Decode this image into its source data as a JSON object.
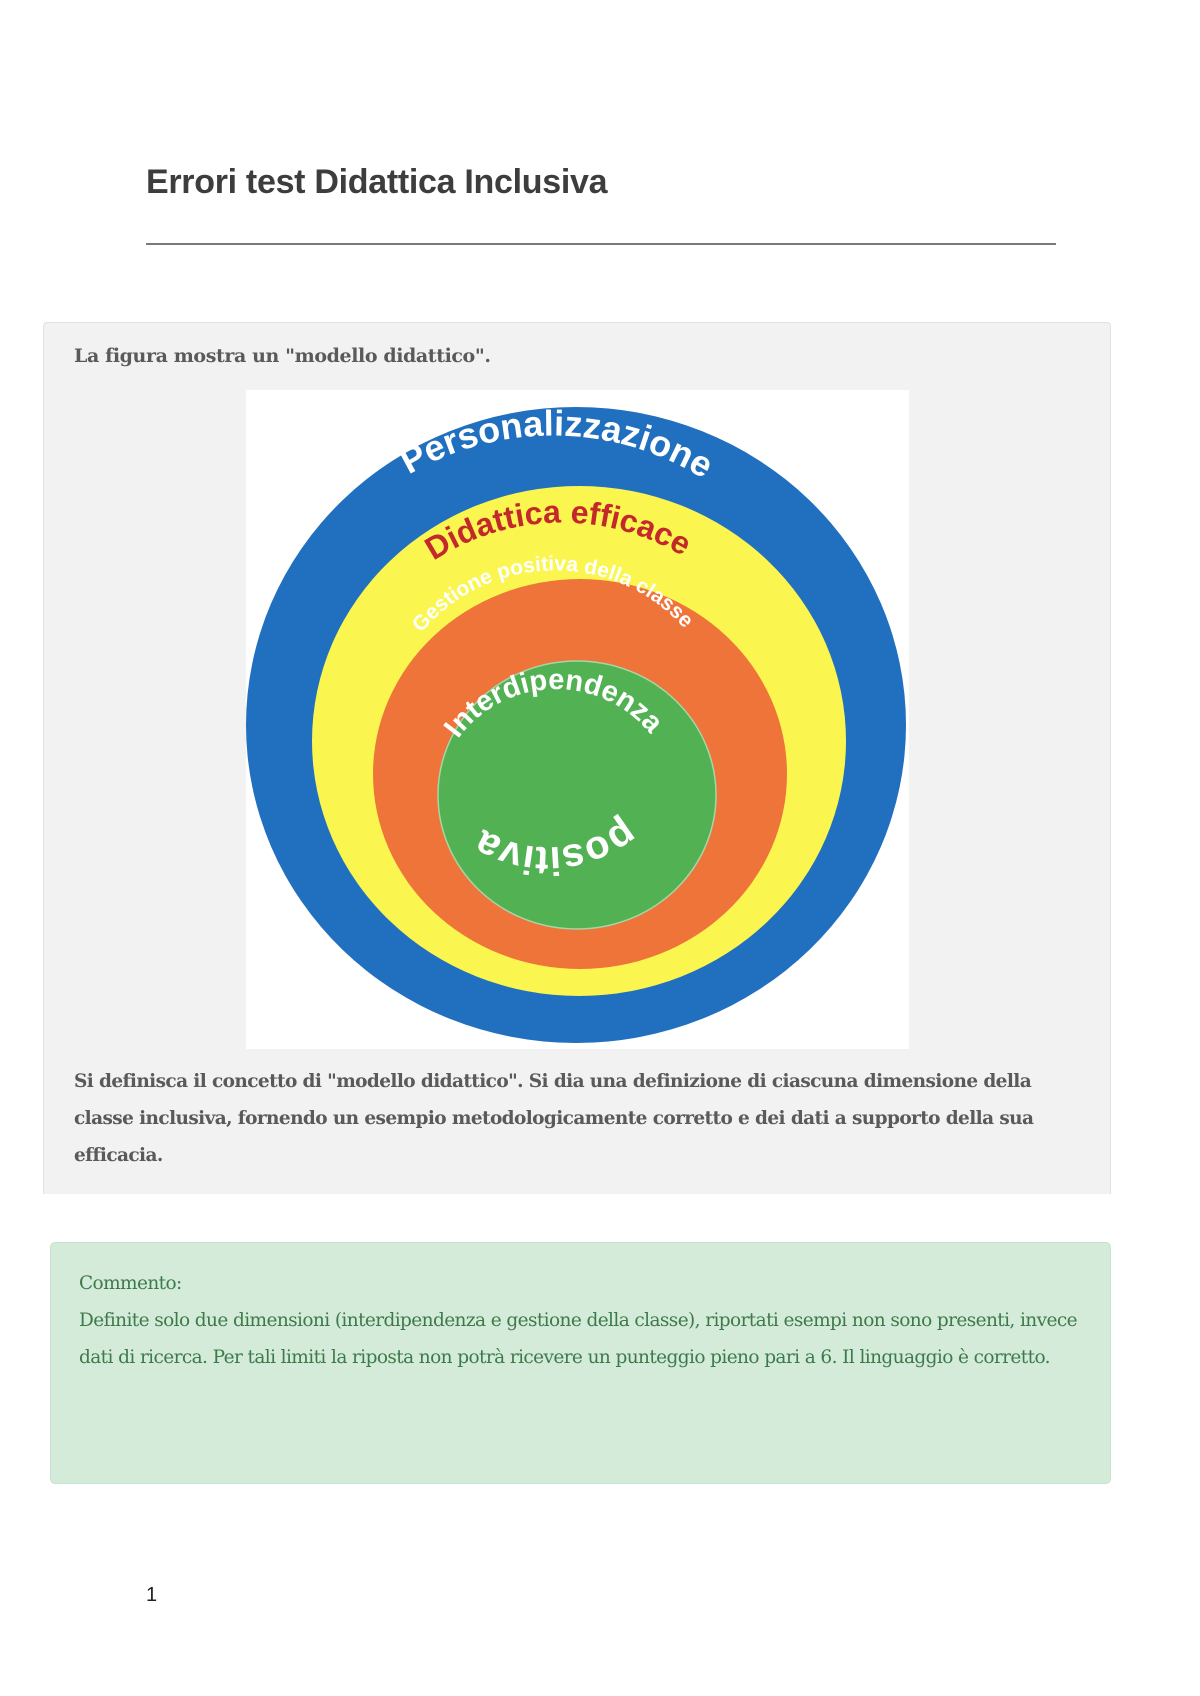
{
  "document": {
    "title": "Errori test Didattica Inclusiva",
    "page_number": "1"
  },
  "question": {
    "intro": "La figura mostra un \"modello didattico\".",
    "prompt": "Si definisca il concetto di \"modello didattico\". Si dia una definizione di ciascuna dimensione della classe inclusiva, fornendo un esempio metodologicamente corretto e dei dati a supporto della sua efficacia."
  },
  "figure": {
    "rings": [
      {
        "label": "Personalizzazione",
        "color": "#2170bf",
        "text_color": "#ffffff"
      },
      {
        "label": "Didattica efficace",
        "color": "#fbf550",
        "text_color": "#c3282a"
      },
      {
        "label": "Gestione positiva della classe",
        "color": "#ee743a",
        "text_color": "#ffffff"
      },
      {
        "label": "Interdipendenza",
        "label_bottom": "positiva",
        "color": "#52b152",
        "text_color": "#ffffff"
      }
    ]
  },
  "comment": {
    "label": "Commento:",
    "body": "Definite solo due dimensioni (interdipendenza e gestione della classe), riportati esempi non sono presenti, invece dati di ricerca. Per tali limiti la riposta non potrà ricevere un punteggio pieno pari a 6. Il linguaggio è corretto."
  }
}
